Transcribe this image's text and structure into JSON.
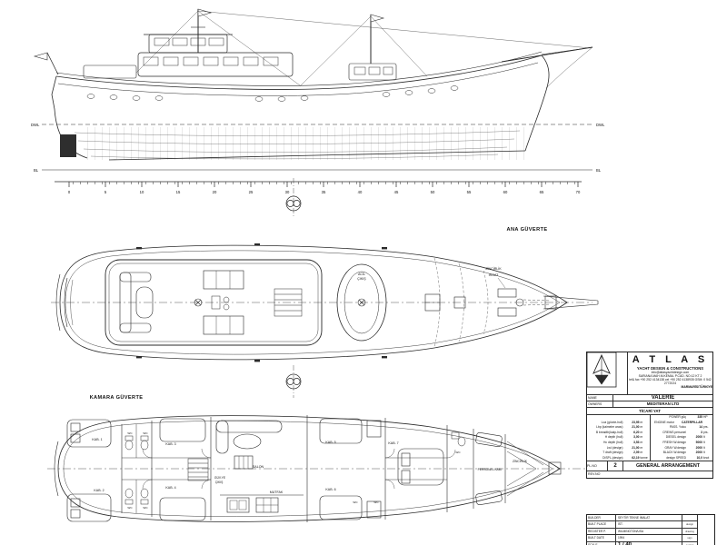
{
  "views": {
    "profile": {
      "waterline_label": "DWL",
      "baseline_label": "BL",
      "stations": [
        "0",
        "5",
        "10",
        "15",
        "20",
        "25",
        "30",
        "35",
        "40",
        "45",
        "50",
        "55",
        "60",
        "65",
        "70"
      ]
    },
    "main_deck": {
      "title": "ANA GÜVERTE",
      "chain_label": "ZİNCİRLİK",
      "windlass_label": "IRGAT",
      "hatch_label_line1": "ACİL",
      "hatch_label_line2": "ÇIKIŞ"
    },
    "cabin_deck": {
      "title": "KAMARA GÜVERTE",
      "cabins": [
        "KAB. 1",
        "KAB. 2",
        "KAB. 3",
        "KAB. 4",
        "KAB. 5",
        "KAB. 6",
        "KAB. 7"
      ],
      "wc": "WC",
      "salon": "SALON",
      "galley": "MUTFAK",
      "exit_line1": "GÜV.YE",
      "exit_line2": "ÇIKIŞ",
      "crew": "PERSONEL KAM.",
      "chain": "ZİNCİRLİK"
    }
  },
  "title_block": {
    "logo_text": "A T L A S",
    "tagline": "YACHT DESIGN & CONSTRUCTIONS",
    "email": "info@atlasyachtdesign.com",
    "address": "SARIANA MAH.M.KEMAL P.CAD. NO:12 KT 2",
    "phone": "tel& fax +90 252 4134138 cel +90 252 4138935 GSM: 0 542 2772024",
    "city": "MARMARİS/TÜRKİYE",
    "name_label": "NAME",
    "name_value": "VALERIE",
    "owners_label": "OWNERS",
    "owners_value": "MEDITERAN LTD",
    "type_value": "TİCARİ YAT",
    "specs_left": [
      {
        "label": "Loa (gövde-hull)",
        "value": "23,95",
        "unit": "m"
      },
      {
        "label": "Lbp (kaimeler arası)",
        "value": "21,00",
        "unit": "m"
      },
      {
        "label": "B breadth(kalıp-hull)",
        "value": "6,20",
        "unit": "m"
      },
      {
        "label": "H depth (hull)",
        "value": "3,00",
        "unit": "m"
      },
      {
        "label": "Hc depth (hull)",
        "value": "3,53",
        "unit": "m"
      },
      {
        "label": "Lwl (design)",
        "value": "21,00",
        "unit": "m"
      },
      {
        "label": "T draft (design)",
        "value": "2,09",
        "unit": "m"
      },
      {
        "label": "DISPL.(design)",
        "value": "62,19",
        "unit": "tonne"
      }
    ],
    "specs_right": [
      {
        "label": "POWER güç",
        "value": "335",
        "unit": "HP"
      },
      {
        "label": "ENGINE motor",
        "value": "CATERPILLAR",
        "unit": ""
      },
      {
        "label": "PASS. Yolcu",
        "value": "14",
        "unit": "prs."
      },
      {
        "label": "CREWS personel",
        "value": "3",
        "unit": "prs."
      },
      {
        "label": "DIESEL design",
        "value": "2000",
        "unit": "lt"
      },
      {
        "label": "FRESH W.design",
        "value": "5000",
        "unit": "lt"
      },
      {
        "label": "GRAY W.design",
        "value": "2000",
        "unit": "lt"
      },
      {
        "label": "BLACK W.design",
        "value": "2000",
        "unit": "lt"
      },
      {
        "label": "design SPEED",
        "value": "10,0",
        "unit": "knot"
      }
    ],
    "plno_label": "PL.NO",
    "plno_value": "2",
    "plno_title": "GENERAL ARRANGEMENT",
    "revno_label": "REV.NO",
    "footer": [
      {
        "label": "BUILDER",
        "value": "SEYTİR TEKNE İMALAT",
        "right": ""
      },
      {
        "label": "BUILT PLACE",
        "value": "İST.",
        "right": "design"
      },
      {
        "label": "REGISTER P.",
        "value": "WILMINGTON/USA",
        "right": "drawing"
      },
      {
        "label": "BUILT DATE",
        "value": "1994",
        "right": "sign"
      },
      {
        "label": "SCALE",
        "value": "1 /  40",
        "right": "control"
      }
    ]
  }
}
